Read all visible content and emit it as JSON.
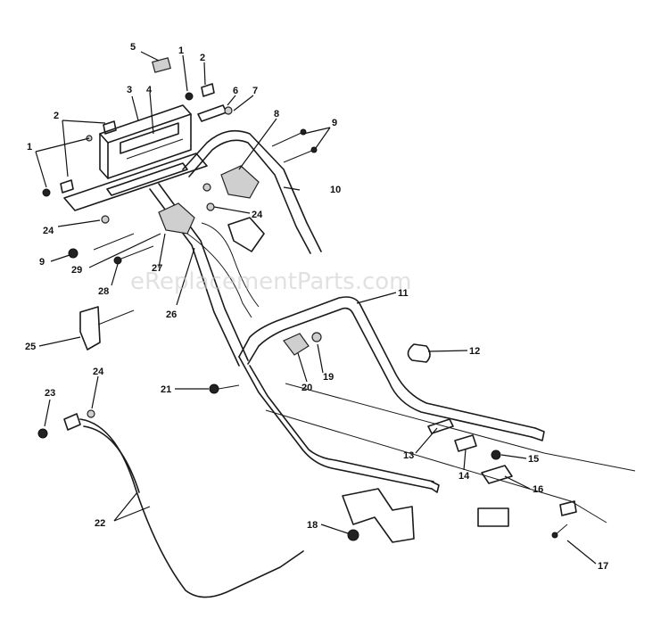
{
  "watermark": "eReplacementParts.com",
  "callouts": [
    {
      "id": "c5a",
      "label": "5"
    },
    {
      "id": "c1a",
      "label": "1"
    },
    {
      "id": "c2a",
      "label": "2"
    },
    {
      "id": "c3",
      "label": "3"
    },
    {
      "id": "c4",
      "label": "4"
    },
    {
      "id": "c6",
      "label": "6"
    },
    {
      "id": "c7",
      "label": "7"
    },
    {
      "id": "c8",
      "label": "8"
    },
    {
      "id": "c9a",
      "label": "9"
    },
    {
      "id": "c2b",
      "label": "2"
    },
    {
      "id": "c1b",
      "label": "1"
    },
    {
      "id": "c10",
      "label": "10"
    },
    {
      "id": "c24a",
      "label": "24"
    },
    {
      "id": "c24b",
      "label": "24"
    },
    {
      "id": "c9b",
      "label": "9"
    },
    {
      "id": "c29",
      "label": "29"
    },
    {
      "id": "c27",
      "label": "27"
    },
    {
      "id": "c28",
      "label": "28"
    },
    {
      "id": "c26",
      "label": "26"
    },
    {
      "id": "c11",
      "label": "11"
    },
    {
      "id": "c25",
      "label": "25"
    },
    {
      "id": "c12",
      "label": "12"
    },
    {
      "id": "c19",
      "label": "19"
    },
    {
      "id": "c20",
      "label": "20"
    },
    {
      "id": "c21",
      "label": "21"
    },
    {
      "id": "c23",
      "label": "23"
    },
    {
      "id": "c24c",
      "label": "24"
    },
    {
      "id": "c13",
      "label": "13"
    },
    {
      "id": "c14",
      "label": "14"
    },
    {
      "id": "c15",
      "label": "15"
    },
    {
      "id": "c16",
      "label": "16"
    },
    {
      "id": "c22",
      "label": "22"
    },
    {
      "id": "c18",
      "label": "18"
    },
    {
      "id": "c17",
      "label": "17"
    }
  ]
}
